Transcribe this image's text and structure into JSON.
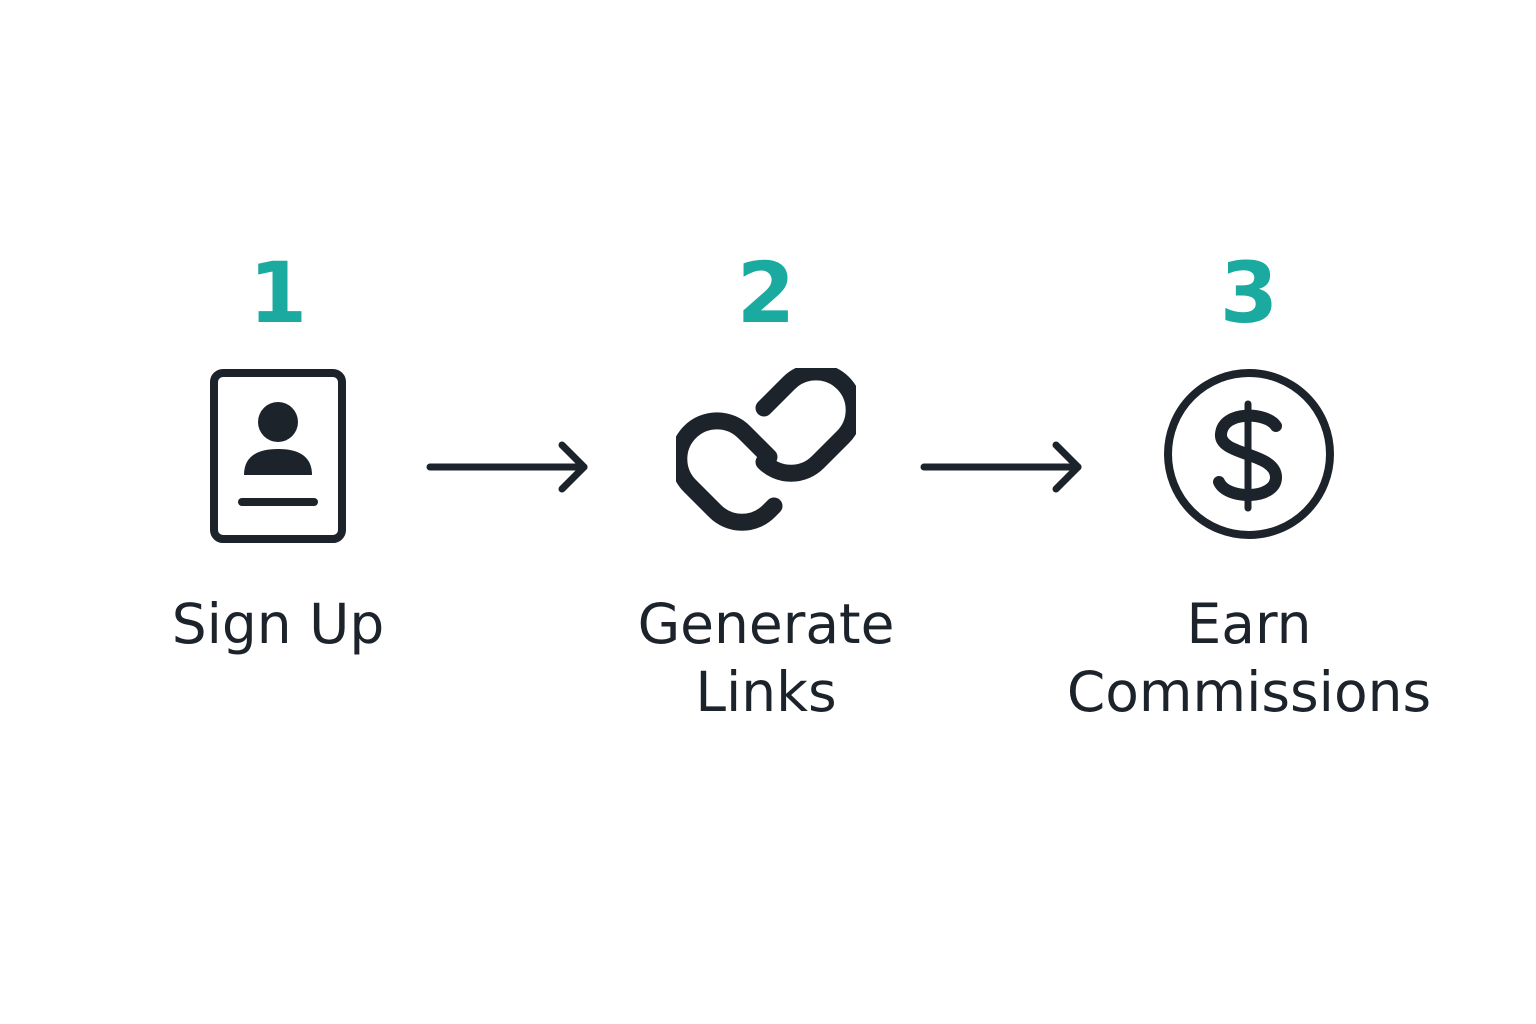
{
  "colors": {
    "accent": "#1aaaa0",
    "ink": "#1c232b",
    "background": "#ffffff"
  },
  "steps": [
    {
      "number": "1",
      "icon": "id-card-icon",
      "label_lines": [
        "Sign Up"
      ]
    },
    {
      "number": "2",
      "icon": "link-icon",
      "label_lines": [
        "Generate",
        "Links"
      ]
    },
    {
      "number": "3",
      "icon": "dollar-coin-icon",
      "label_lines": [
        "Earn",
        "Commissions"
      ]
    }
  ],
  "connectors": [
    {
      "icon": "arrow-right-icon"
    },
    {
      "icon": "arrow-right-icon"
    }
  ]
}
